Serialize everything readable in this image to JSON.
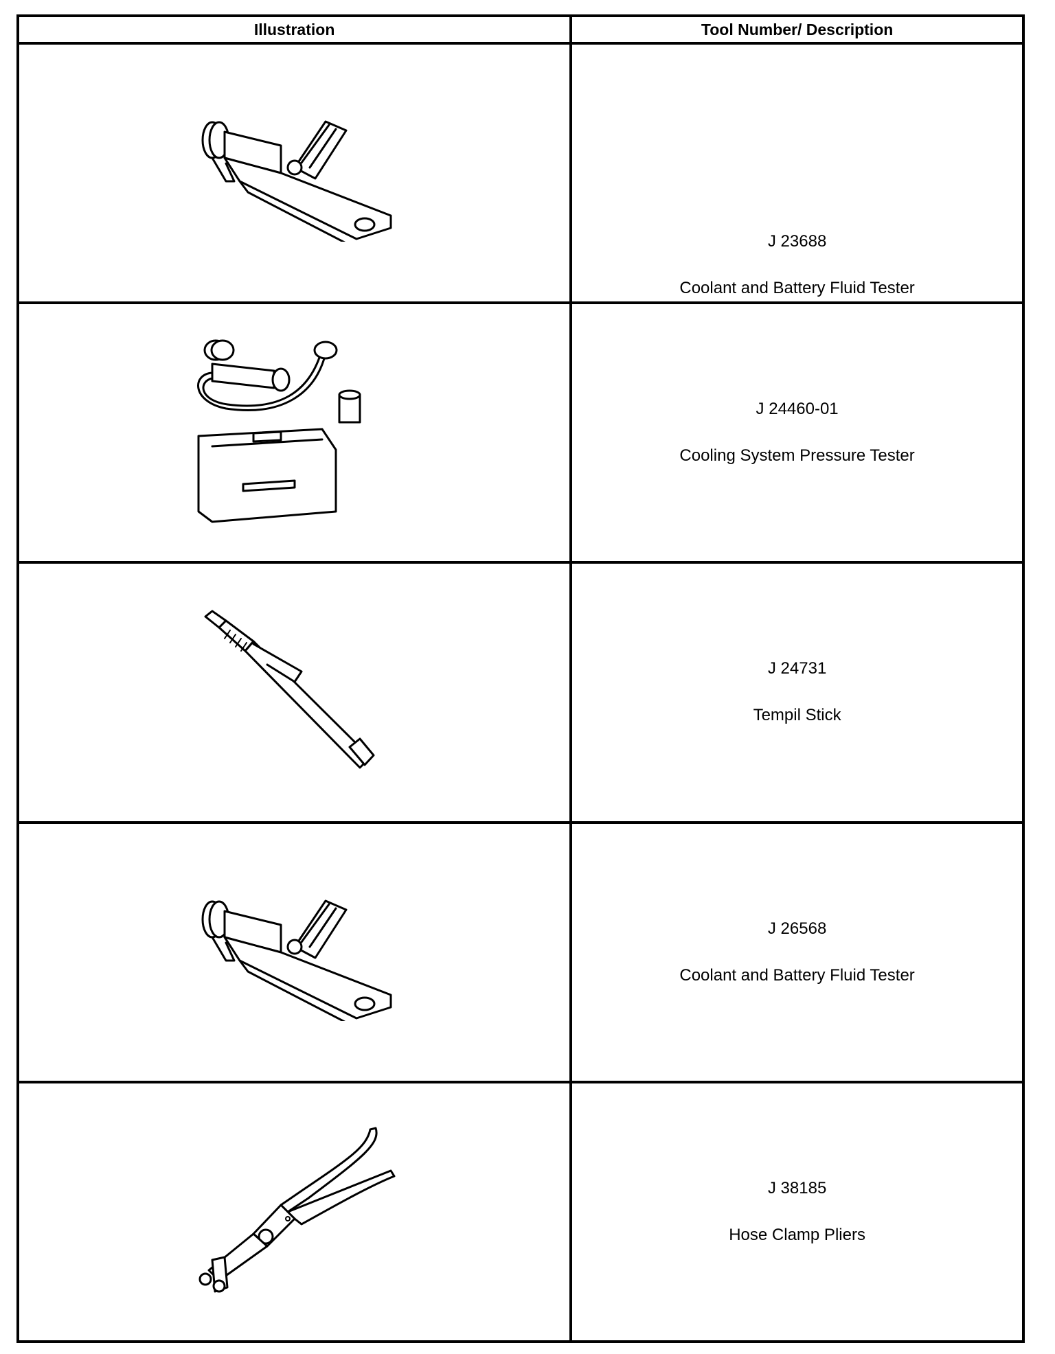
{
  "table": {
    "headers": {
      "illustration": "Illustration",
      "description": "Tool Number/ Description"
    },
    "rows": [
      {
        "tool_number": "J 23688",
        "description": "Coolant and Battery Fluid Tester",
        "illustration_icon": "coolant-battery-fluid-tester-icon"
      },
      {
        "tool_number": "J 24460-01",
        "description": "Cooling System Pressure Tester",
        "illustration_icon": "cooling-system-pressure-tester-icon"
      },
      {
        "tool_number": "J 24731",
        "description": "Tempil Stick",
        "illustration_icon": "tempil-stick-icon"
      },
      {
        "tool_number": "J 26568",
        "description": "Coolant and Battery Fluid Tester",
        "illustration_icon": "coolant-battery-fluid-tester-icon"
      },
      {
        "tool_number": "J 38185",
        "description": "Hose Clamp Pliers",
        "illustration_icon": "hose-clamp-pliers-icon"
      }
    ]
  }
}
